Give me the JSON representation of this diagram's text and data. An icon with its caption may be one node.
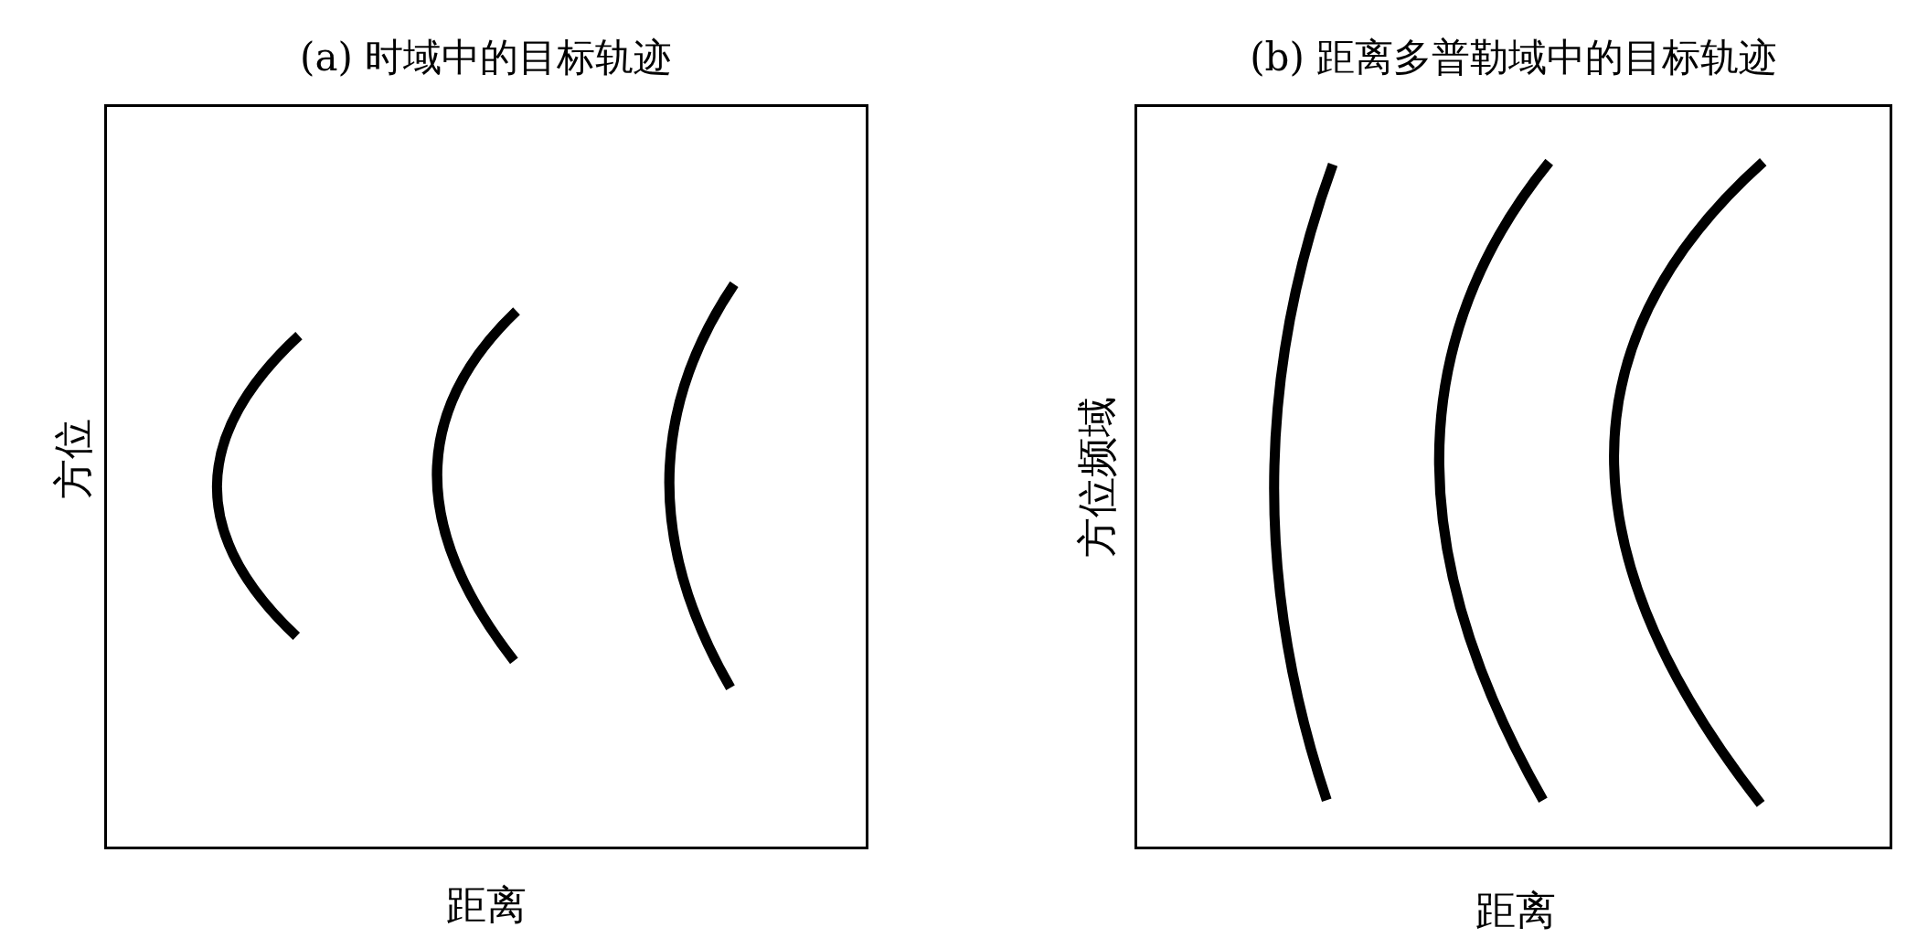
{
  "diagram": {
    "nodes": [
      {
        "text": [
          "(a) 时域中的目标轨迹"
        ]
      },
      {
        "text": [
          "(b) 距离多普勒域中的目标轨迹"
        ]
      }
    ],
    "labels": [
      "方位",
      "距离",
      "方位频域",
      "距离"
    ]
  }
}
